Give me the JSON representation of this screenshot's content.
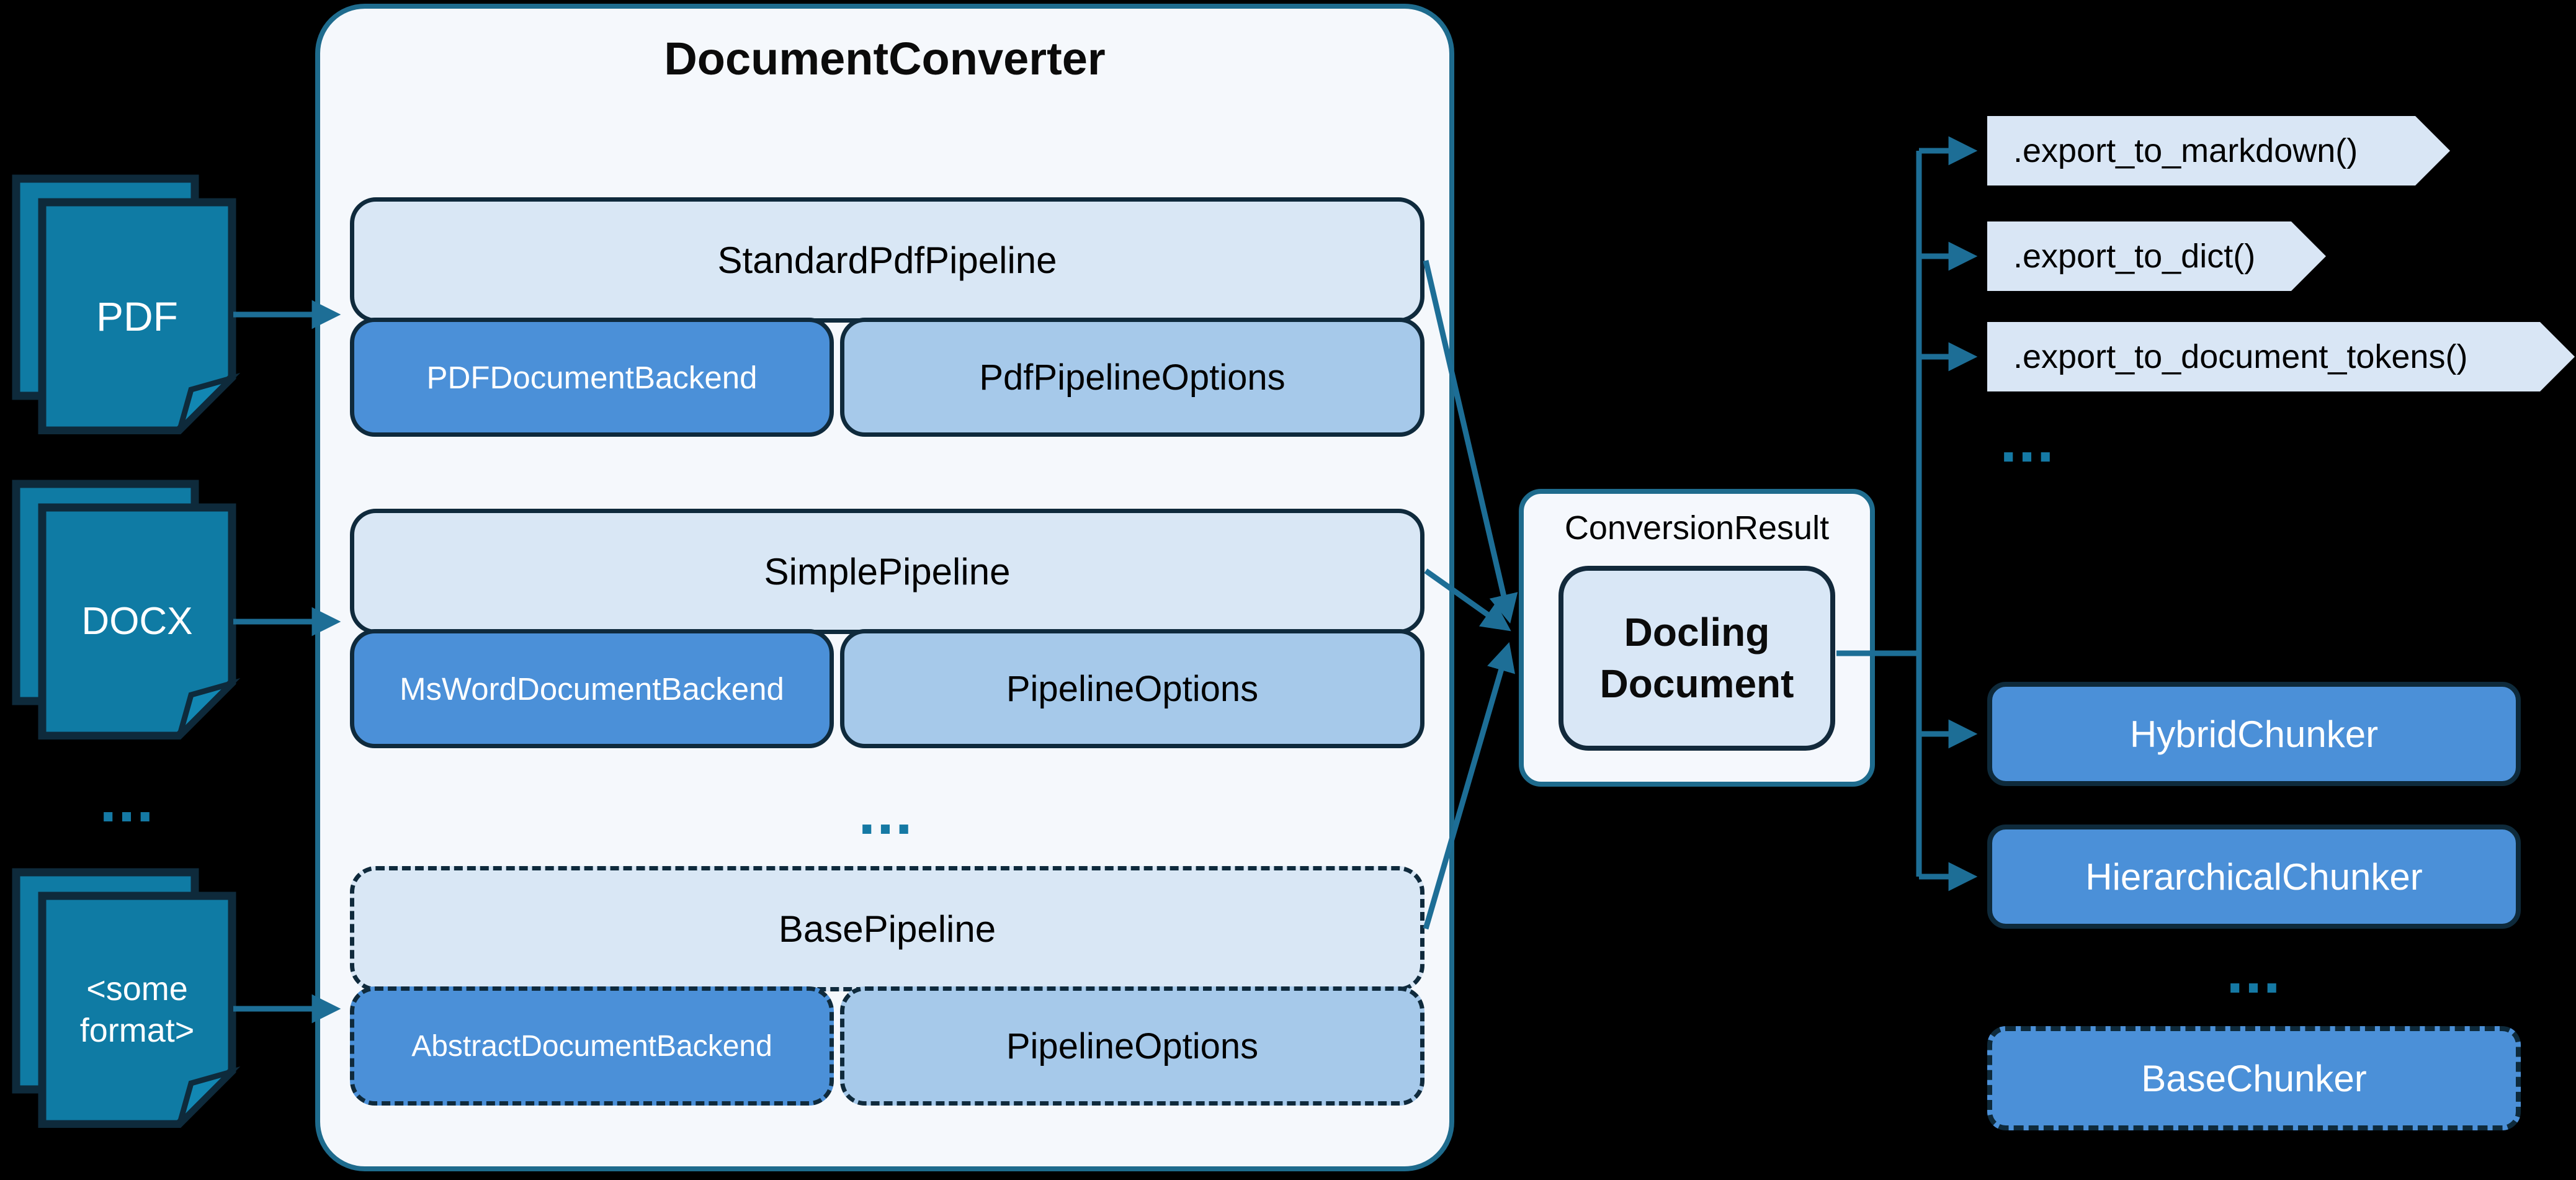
{
  "title": "DocumentConverter",
  "inputs": {
    "pdf": "PDF",
    "docx": "DOCX",
    "ellipsis": "...",
    "other": "<some format>"
  },
  "converter": {
    "pipelines": [
      {
        "name": "StandardPdfPipeline",
        "backend": "PDFDocumentBackend",
        "options": "PdfPipelineOptions"
      },
      {
        "name": "SimplePipeline",
        "backend": "MsWordDocumentBackend",
        "options": "PipelineOptions"
      },
      {
        "name": "BasePipeline",
        "backend": "AbstractDocumentBackend",
        "options": "PipelineOptions"
      }
    ],
    "ellipsis": "..."
  },
  "result": {
    "container_label": "ConversionResult",
    "document_label": "Docling Document"
  },
  "exports": {
    "items": [
      ".export_to_markdown()",
      ".export_to_dict()",
      ".export_to_document_tokens()"
    ],
    "ellipsis": "..."
  },
  "chunkers": {
    "items": [
      "HybridChunker",
      "HierarchicalChunker"
    ],
    "ellipsis": "...",
    "base": "BaseChunker"
  },
  "colors": {
    "background": "#000000",
    "input_document_fill": "#0f7ba4",
    "dark_outline": "#0e2a3b",
    "converter_fill": "#f5f8fc",
    "converter_border": "#1e6b8d",
    "pipeline_header_fill": "#d9e7f5",
    "backend_fill": "#4b90d8",
    "options_fill": "#a6c9ea",
    "export_tag_fill": "#d9e6f5",
    "chunker_fill": "#4b90d8",
    "connector": "#1d6e96",
    "ellipsis_color": "#1579a4"
  }
}
